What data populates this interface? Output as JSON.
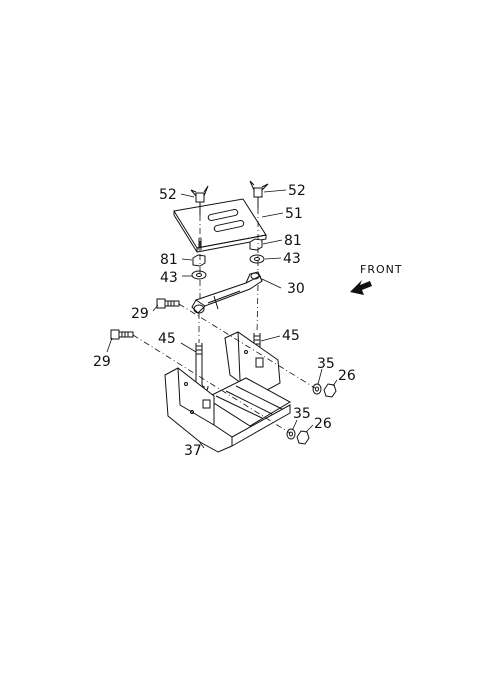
{
  "diagram": {
    "orientation_label": "FRONT",
    "callouts": [
      {
        "id": "c52-left",
        "text": "52"
      },
      {
        "id": "c52-right",
        "text": "52"
      },
      {
        "id": "c51",
        "text": "51"
      },
      {
        "id": "c81-left",
        "text": "81"
      },
      {
        "id": "c81-right",
        "text": "81"
      },
      {
        "id": "c43-left",
        "text": "43"
      },
      {
        "id": "c43-right",
        "text": "43"
      },
      {
        "id": "c30",
        "text": "30"
      },
      {
        "id": "c29-upper",
        "text": "29"
      },
      {
        "id": "c29-lower",
        "text": "29"
      },
      {
        "id": "c45-left",
        "text": "45"
      },
      {
        "id": "c45-right",
        "text": "45"
      },
      {
        "id": "c35-upper",
        "text": "35"
      },
      {
        "id": "c26-upper",
        "text": "26"
      },
      {
        "id": "c35-lower",
        "text": "35"
      },
      {
        "id": "c26-lower",
        "text": "26"
      },
      {
        "id": "c37",
        "text": "37"
      }
    ]
  }
}
